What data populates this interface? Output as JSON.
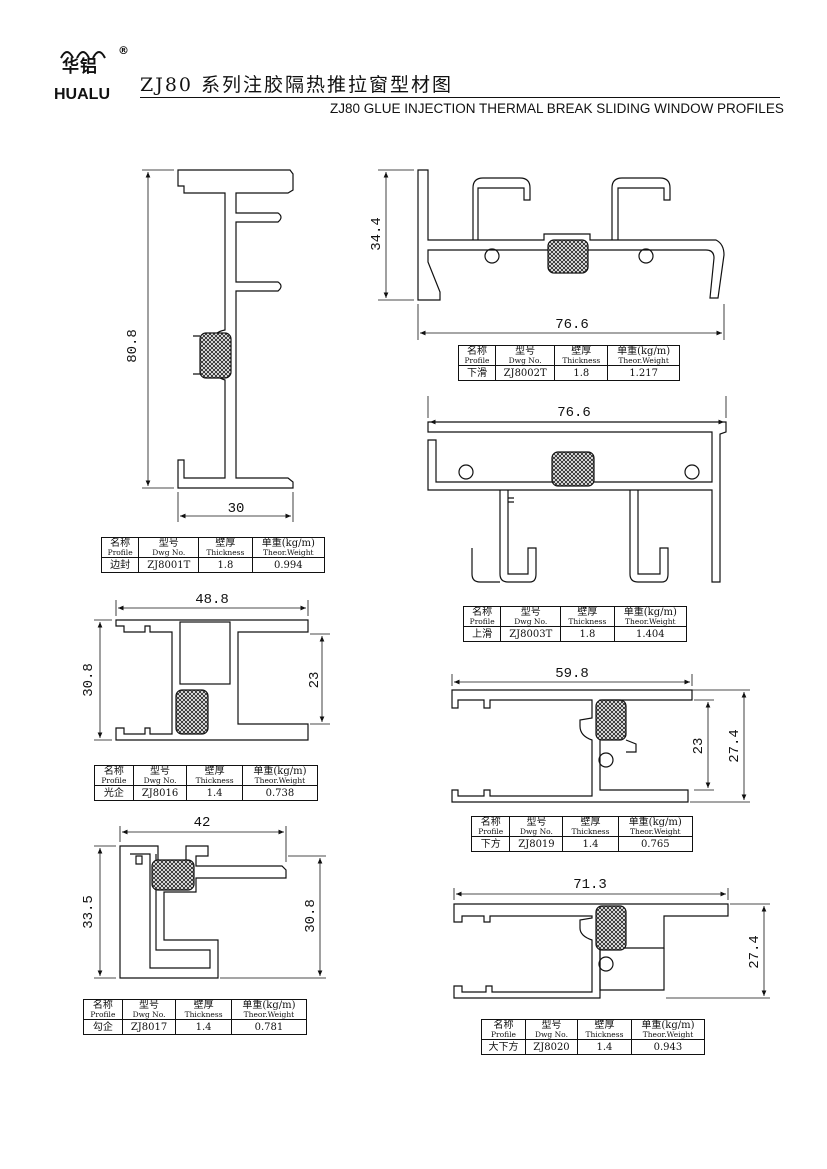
{
  "header": {
    "logo_cn": "华铝",
    "logo_en": "HUALU",
    "registered_mark": "®",
    "title_cn": "ZJ80 系列注胶隔热推拉窗型材图",
    "title_en": "ZJ80 GLUE INJECTION THERMAL BREAK SLIDING WINDOW PROFILES"
  },
  "table_header": {
    "profile_cn": "名称",
    "profile_en": "Profile",
    "dwg_cn": "型号",
    "dwg_en": "Dwg No.",
    "thickness_cn": "壁厚",
    "thickness_en": "Thickness",
    "weight_cn": "单重(kg/m)",
    "weight_en": "Theor.Weight"
  },
  "profiles": {
    "p1": {
      "dims": {
        "height": "80.8",
        "width": "30"
      },
      "name": "边封",
      "dwg": "ZJ8001T",
      "thickness": "1.8",
      "weight": "0.994"
    },
    "p2": {
      "dims": {
        "height": "34.4",
        "width": "76.6"
      },
      "name": "下滑",
      "dwg": "ZJ8002T",
      "thickness": "1.8",
      "weight": "1.217"
    },
    "p3": {
      "dims": {
        "width": "76.6"
      },
      "name": "上滑",
      "dwg": "ZJ8003T",
      "thickness": "1.8",
      "weight": "1.404"
    },
    "p4": {
      "dims": {
        "width": "48.8",
        "height": "30.8",
        "inner": "23"
      },
      "name": "光企",
      "dwg": "ZJ8016",
      "thickness": "1.4",
      "weight": "0.738"
    },
    "p5": {
      "dims": {
        "width": "59.8",
        "inner": "23",
        "height": "27.4"
      },
      "name": "下方",
      "dwg": "ZJ8019",
      "thickness": "1.4",
      "weight": "0.765"
    },
    "p6": {
      "dims": {
        "width": "42",
        "height": "33.5",
        "inner": "30.8"
      },
      "name": "勾企",
      "dwg": "ZJ8017",
      "thickness": "1.4",
      "weight": "0.781"
    },
    "p7": {
      "dims": {
        "width": "71.3",
        "height": "27.4"
      },
      "name": "大下方",
      "dwg": "ZJ8020",
      "thickness": "1.4",
      "weight": "0.943"
    }
  }
}
